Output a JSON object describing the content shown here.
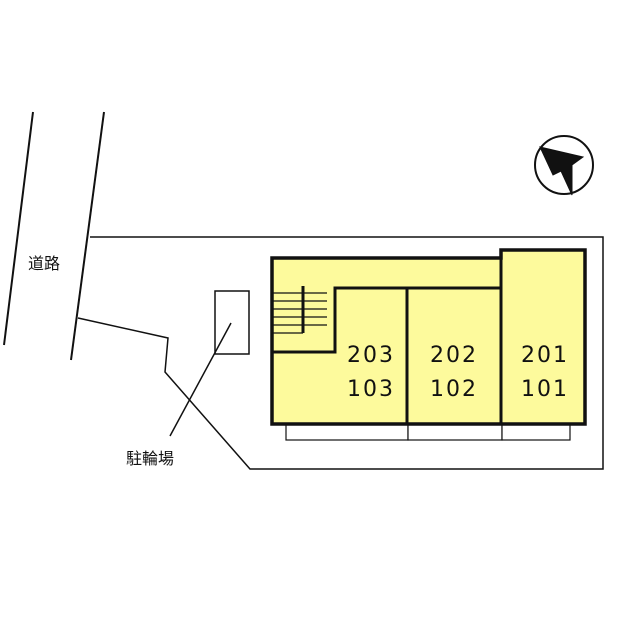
{
  "labels": {
    "road": "道路",
    "bicycle_parking": "駐輪場"
  },
  "units": [
    {
      "upper": "203",
      "lower": "103"
    },
    {
      "upper": "202",
      "lower": "102"
    },
    {
      "upper": "201",
      "lower": "101"
    }
  ],
  "icons": {
    "compass": "north-arrow-icon"
  },
  "colors": {
    "building_fill": "#fdfa9c",
    "line": "#111111",
    "background": "#ffffff"
  }
}
